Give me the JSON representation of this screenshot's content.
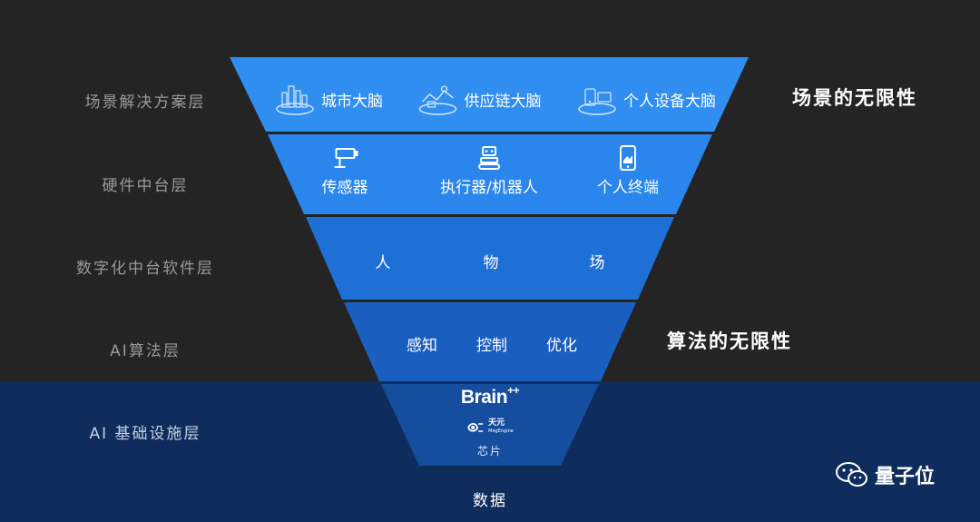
{
  "layers": [
    {
      "label": "场景解决方案层"
    },
    {
      "label": "硬件中台层"
    },
    {
      "label": "数字化中台软件层"
    },
    {
      "label": "AI算法层"
    },
    {
      "label": "AI 基础设施层"
    }
  ],
  "scenario_items": [
    "城市大脑",
    "供应链大脑",
    "个人设备大脑"
  ],
  "hardware_items": [
    "传感器",
    "执行器/机器人",
    "个人终端"
  ],
  "software_items": [
    "人",
    "物",
    "场"
  ],
  "algorithm_items": [
    "感知",
    "控制",
    "优化"
  ],
  "infrastructure": {
    "brain_name": "Brain",
    "brain_sup": "++",
    "tianyuan_cn": "天元",
    "tianyuan_en": "MegEngine",
    "chip": "芯片",
    "data": "数据"
  },
  "side_notes": {
    "scenario": "场景的无限性",
    "algorithm": "算法的无限性"
  },
  "watermark": "量子位",
  "colors": {
    "layer1": "#2f8ef0",
    "layer2": "#2a86ec",
    "layer3": "#1f70d6",
    "layer4": "#1a5fbf",
    "layer5": "#154e9e",
    "bg_top": "#242425",
    "bg_bottom": "#0f2d5c"
  },
  "icons": [
    "city-icon",
    "supply-chain-icon",
    "personal-device-icon",
    "camera-sensor-icon",
    "robot-icon",
    "phone-icon",
    "megengine-logo-icon",
    "wechat-icon"
  ]
}
